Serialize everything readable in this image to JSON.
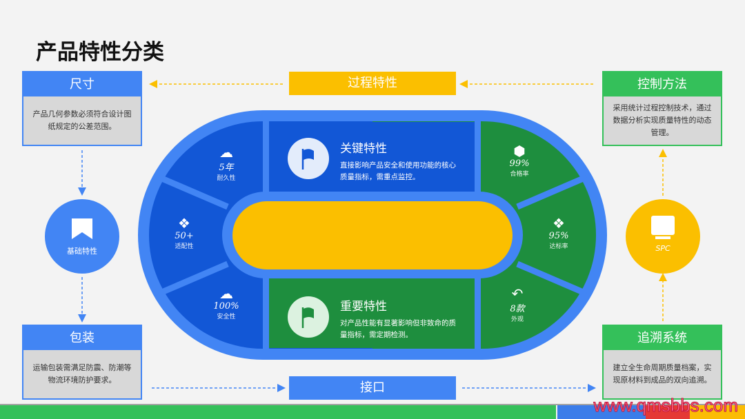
{
  "title": "产品特性分类",
  "cards": {
    "size": {
      "title": "尺寸",
      "text": "产品几何参数必须符合设计图纸规定的公差范围。"
    },
    "package": {
      "title": "包装",
      "text": "运输包装需满足防震、防潮等物流环境防护要求。"
    },
    "control": {
      "title": "控制方法",
      "text": "采用统计过程控制技术，通过数据分析实现质量特性的动态管理。"
    },
    "trace": {
      "title": "追溯系统",
      "text": "建立全生命周期质量档案，实现原材料到成品的双向追溯。"
    }
  },
  "pills": {
    "process": "过程特性",
    "interface": "接口"
  },
  "circles": {
    "basic": "基础特性",
    "spc": "SPC"
  },
  "features": {
    "key": {
      "title": "关键特性",
      "text": "直接影响产品安全和使用功能的核心质量指标，需重点监控。"
    },
    "important": {
      "title": "重要特性",
      "text": "对产品性能有显著影响但非致命的质量指标，需定期检测。"
    }
  },
  "segments": [
    {
      "icon": "cloud-icon",
      "value": "5年",
      "label": "耐久性"
    },
    {
      "icon": "dropbox-icon",
      "value": "50+",
      "label": "适配性"
    },
    {
      "icon": "cloud-icon",
      "value": "100%",
      "label": "安全性"
    },
    {
      "icon": "hexagon-icon",
      "value": "99%",
      "label": "合格率"
    },
    {
      "icon": "dropbox-icon",
      "value": "95%",
      "label": "达标率"
    },
    {
      "icon": "reply-all-icon",
      "value": "8款",
      "label": "外观"
    }
  ],
  "colors": {
    "blue": "#4285f4",
    "darkblue": "#1257d6",
    "green": "#1e8e3e",
    "lightgreen": "#34c05a",
    "yellow": "#fbbf00",
    "red": "#e53935"
  },
  "watermark": "www.qmsbbs.com"
}
